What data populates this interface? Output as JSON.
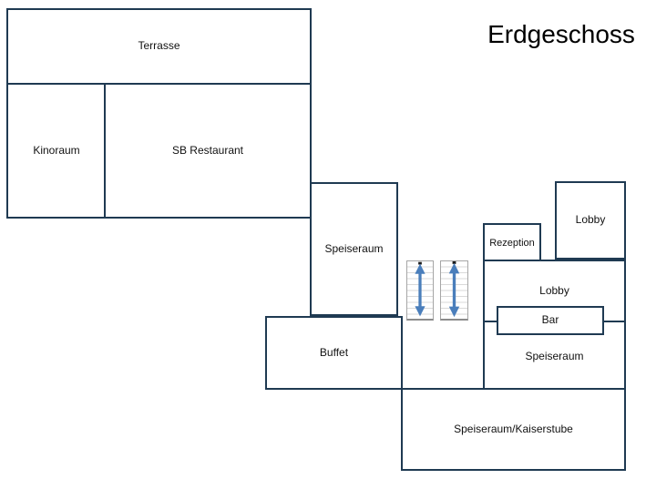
{
  "title": "Erdgeschoss",
  "colors": {
    "wall": "#1f3a52",
    "text": "#111111",
    "stair_border": "#a6a6a6",
    "stair_step": "#d9d9d9",
    "arrow": "#4a7ebb"
  },
  "rooms": {
    "terrasse": {
      "label": "Terrasse"
    },
    "kinoraum": {
      "label": "Kinoraum"
    },
    "sb_restaurant": {
      "label": "SB Restaurant"
    },
    "speiseraum_left": {
      "label": "Speiseraum"
    },
    "buffet": {
      "label": "Buffet"
    },
    "lobby_top": {
      "label": "Lobby"
    },
    "rezeption": {
      "label": "Rezeption"
    },
    "lobby_mid": {
      "label": "Lobby"
    },
    "bar": {
      "label": "Bar"
    },
    "speiseraum_right": {
      "label": "Speiseraum"
    },
    "kaiserstube": {
      "label": "Speiseraum/Kaiserstube"
    }
  }
}
